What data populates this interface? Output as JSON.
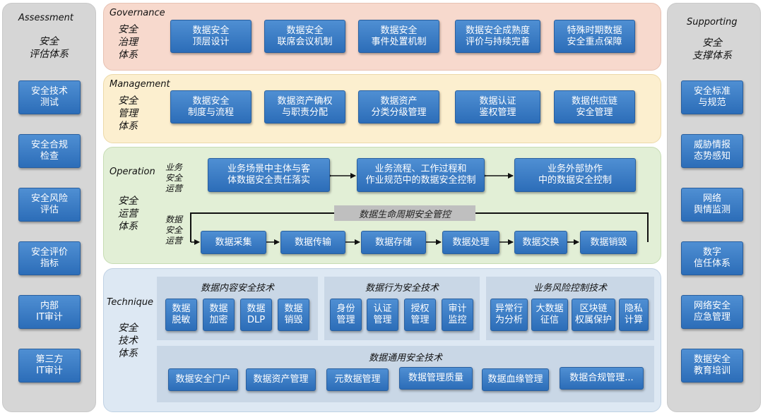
{
  "assessment": {
    "en": "Assessment",
    "zh": [
      "安全",
      "评估体系"
    ],
    "items": [
      [
        "安全技术",
        "测试"
      ],
      [
        "安全合规",
        "检查"
      ],
      [
        "安全风险",
        "评估"
      ],
      [
        "安全评价",
        "指标"
      ],
      [
        "内部",
        "IT审计"
      ],
      [
        "第三方",
        "IT审计"
      ]
    ]
  },
  "supporting": {
    "en": "Supporting",
    "zh": [
      "安全",
      "支撑体系"
    ],
    "items": [
      [
        "安全标准",
        "与规范"
      ],
      [
        "威胁情报",
        "态势感知"
      ],
      [
        "网络",
        "舆情监测"
      ],
      [
        "数字",
        "信任体系"
      ],
      [
        "网络安全",
        "应急管理"
      ],
      [
        "数据安全",
        "教育培训"
      ]
    ]
  },
  "governance": {
    "en": "Governance",
    "zh": [
      "安全",
      "治理",
      "体系"
    ],
    "items": [
      [
        "数据安全",
        "顶层设计"
      ],
      [
        "数据安全",
        "联席会议机制"
      ],
      [
        "数据安全",
        "事件处置机制"
      ],
      [
        "数据安全成熟度",
        "评价与持续完善"
      ],
      [
        "特殊时期数据",
        "安全重点保障"
      ]
    ]
  },
  "management": {
    "en": "Management",
    "zh": [
      "安全",
      "管理",
      "体系"
    ],
    "items": [
      [
        "数据安全",
        "制度与流程"
      ],
      [
        "数据资产确权",
        "与职责分配"
      ],
      [
        "数据资产",
        "分类分级管理"
      ],
      [
        "数据认证",
        "鉴权管理"
      ],
      [
        "数据供应链",
        "安全管理"
      ]
    ]
  },
  "operation": {
    "en": "Operation",
    "zh": [
      "安全",
      "运营",
      "体系"
    ],
    "business_label": [
      "业务",
      "安全",
      "运营"
    ],
    "data_label": [
      "数据",
      "安全",
      "运营"
    ],
    "business_items": [
      [
        "业务场景中主体与客",
        "体数据安全责任落实"
      ],
      [
        "业务流程、工作过程和",
        "作业规范中的数据安全控制"
      ],
      [
        "业务外部协作",
        "中的数据安全控制"
      ]
    ],
    "lifecycle_title": "数据生命周期安全管控",
    "lifecycle_items": [
      "数据采集",
      "数据传输",
      "数据存储",
      "数据处理",
      "数据交换",
      "数据销毁"
    ]
  },
  "technique": {
    "en": "Technique",
    "zh": [
      "安全",
      "技术",
      "体系"
    ],
    "groups": [
      {
        "title": "数据内容安全技术",
        "items": [
          [
            "数据",
            "脱敏"
          ],
          [
            "数据",
            "加密"
          ],
          [
            "数据",
            "DLP"
          ],
          [
            "数据",
            "销毁"
          ]
        ]
      },
      {
        "title": "数据行为安全技术",
        "items": [
          [
            "身份",
            "管理"
          ],
          [
            "认证",
            "管理"
          ],
          [
            "授权",
            "管理"
          ],
          [
            "审计",
            "监控"
          ]
        ]
      },
      {
        "title": "业务风险控制技术",
        "items": [
          [
            "异常行",
            "为分析"
          ],
          [
            "大数据",
            "征信"
          ],
          [
            "区块链",
            "权属保护"
          ],
          [
            "隐私",
            "计算"
          ]
        ]
      }
    ],
    "general": {
      "title": "数据通用安全技术",
      "items": [
        "数据安全门户",
        "数据资产管理",
        "元数据管理",
        "数据管理质量",
        "数据血缘管理",
        "数据合规管理..."
      ]
    }
  },
  "colors": {
    "button_top": "#4f8fd3",
    "button_bottom": "#2c6db8",
    "governance_bg": "#f7d9cd",
    "management_bg": "#fcefcf",
    "operation_bg": "#e2efd6",
    "technique_bg": "#dde8f3",
    "side_bg": "#d6d6d6"
  }
}
